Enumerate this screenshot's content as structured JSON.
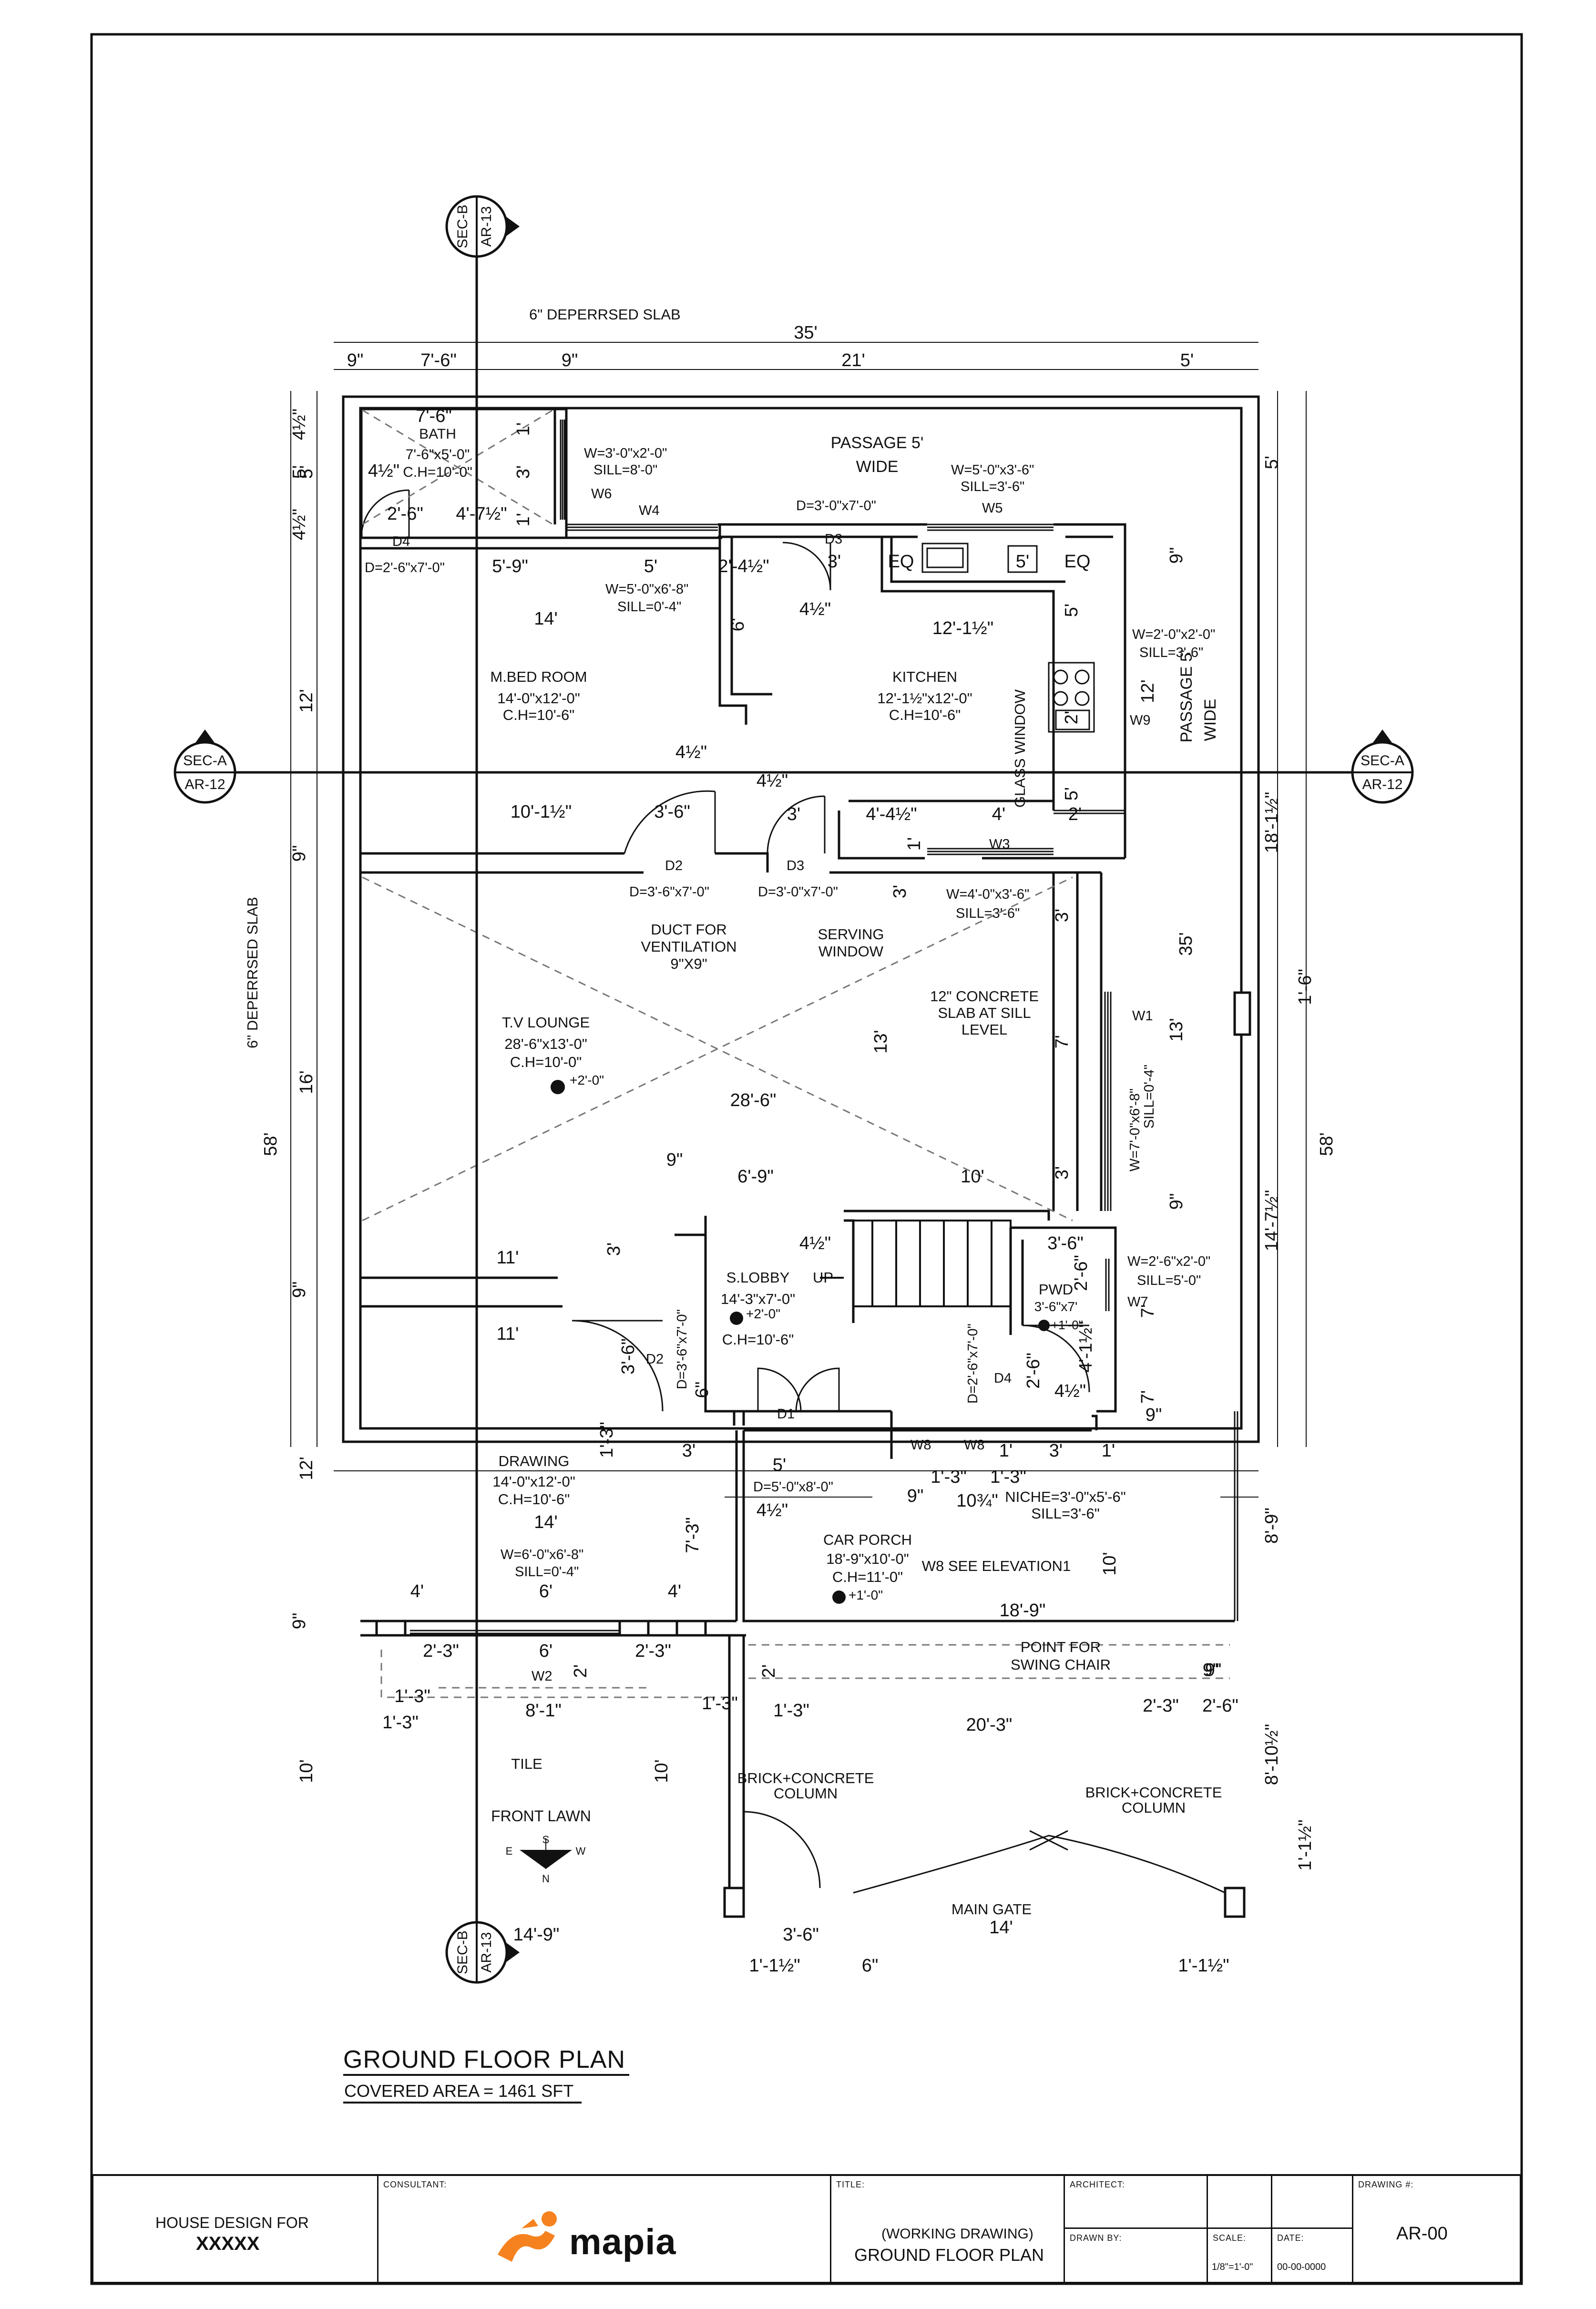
{
  "sheet": {
    "plan_title": "GROUND FLOOR PLAN",
    "covered_area": "COVERED AREA =  1461 SFT"
  },
  "section_markers": {
    "top_b": {
      "sec": "SEC-B",
      "ref": "AR-13"
    },
    "bottom_b": {
      "sec": "SEC-B",
      "ref": "AR-13"
    },
    "left_a": {
      "sec": "SEC-A",
      "ref": "AR-12"
    },
    "right_a": {
      "sec": "SEC-A",
      "ref": "AR-12"
    }
  },
  "rooms": {
    "bath": {
      "name": "BATH",
      "size": "7'-6\"x5'-0\"",
      "ch": "C.H=10'-0\""
    },
    "mbed": {
      "name": "M.BED ROOM",
      "size": "14'-0\"x12'-0\"",
      "ch": "C.H=10'-6\""
    },
    "kitchen": {
      "name": "KITCHEN",
      "size": "12'-1½\"x12'-0\"",
      "ch": "C.H=10'-6\""
    },
    "passage_top": {
      "name": "PASSAGE 5'",
      "sub": "WIDE"
    },
    "passage_side": {
      "name": "PASSAGE 5'",
      "sub": "WIDE"
    },
    "tv": {
      "name": "T.V LOUNGE",
      "size": "28'-6\"x13'-0\"",
      "ch": "C.H=10'-0\"",
      "lvl": "+2'-0\""
    },
    "slobby": {
      "name": "S.LOBBY",
      "size": "14'-3\"x7'-0\"",
      "lvl": "+2'-0\"",
      "ch": "C.H=10'-6\""
    },
    "pwd": {
      "name": "PWD",
      "size": "3'-6\"x7'",
      "lvl": "+1'-0\""
    },
    "drawing": {
      "name": "DRAWING",
      "size": "14'-0\"x12'-0\"",
      "ch": "C.H=10'-6\""
    },
    "porch": {
      "name": "CAR PORCH",
      "size": "18'-9\"x10'-0\"",
      "ch": "C.H=11'-0\"",
      "lvl": "+1'-0\""
    },
    "lawn": {
      "name": "FRONT LAWN"
    }
  },
  "notes": {
    "deprsd_top": "6\" DEPERRSED SLAB",
    "deprsd_left": "6\" DEPERRSED SLAB",
    "duct1": "DUCT FOR",
    "duct2": "VENTILATION",
    "duct3": "9\"X9\"",
    "serving1": "SERVING",
    "serving2": "WINDOW",
    "slab1": "12\" CONCRETE",
    "slab2": "SLAB AT SILL",
    "slab3": "LEVEL",
    "glass": "GLASS WINDOW",
    "up": "UP",
    "tile": "TILE",
    "swing1": "POINT FOR",
    "swing2": "SWING CHAIR",
    "col1a": "BRICK+CONCRETE",
    "col1b": "COLUMN",
    "col2a": "BRICK+CONCRETE",
    "col2b": "COLUMN",
    "gate": "MAIN GATE",
    "w8elev": "W8 SEE ELEVATION1",
    "niche1": "NICHE=3'-0\"x5'-6\"",
    "niche2": "SILL=3'-6\"",
    "eq1": "EQ",
    "eq2": "EQ",
    "compass_n": "N",
    "compass_s": "S",
    "compass_e": "E",
    "compass_w": "W"
  },
  "openings": {
    "w6spec1": "W=3'-0\"x2'-0\"",
    "w6spec2": "SILL=8'-0\"",
    "w6": "W6",
    "w4": "W4",
    "w5spec1": "W=5'-0\"x3'-6\"",
    "w5spec2": "SILL=3'-6\"",
    "w5": "W5",
    "d3top": "D=3'-0\"x7'-0\"",
    "d3": "D3",
    "d4": "D4",
    "d4spec": "D=2'-6\"x7'-0\"",
    "w4spec1": "W=5'-0\"x6'-8\"",
    "w4spec2": "SILL=0'-4\"",
    "w9spec1": "W=2'-0\"x2'-0\"",
    "w9spec2": "SILL=3'-6\"",
    "w9": "W9",
    "d2": "D2",
    "d2spec": "D=3'-6\"x7'-0\"",
    "d3b": "D3",
    "d3bspec": "D=3'-0\"x7'-0\"",
    "w3": "W3",
    "w3spec1": "W=4'-0\"x3'-6\"",
    "w3spec2": "SILL=3'-6\"",
    "w1": "W1",
    "w1spec1": "W=7'-0\"x6'-8\"",
    "w1spec2": "SILL=0'-4\"",
    "w7spec1": "W=2'-6\"x2'-0\"",
    "w7spec2": "SILL=5'-0\"",
    "w7": "W7",
    "d2b": "D2",
    "d2bspec": "D=3'-6\"x7'-0\"",
    "d4b": "D4",
    "d4bspec": "D=2'-6\"x7'-0\"",
    "d1": "D1",
    "d1spec": "D=5'-0\"x8'-0\"",
    "w8a": "W8",
    "w8b": "W8",
    "w2": "W2",
    "w2spec1": "W=6'-0\"x6'-8\"",
    "w2spec2": "SILL=0'-4\""
  },
  "dims": {
    "top_total": "35'",
    "top_a": "9\"",
    "top_b": "7'-6\"",
    "top_c": "9\"",
    "top_d": "21'",
    "top_e": "5'",
    "bath_w": "7'-6\"",
    "bath_h": "5'",
    "bath_3": "3'",
    "bath_1a": "1'",
    "bath_1b": "1'",
    "bath_2_6": "2'-6\"",
    "bath_4_7": "4'-7½\"",
    "bath_4h": "4½\"",
    "m_5_9": "5'-9\"",
    "m_5": "5'",
    "m_2_4": "2'-4½\"",
    "m_14": "14'",
    "m_6": "6'",
    "k_3": "3'",
    "k_4h": "4½\"",
    "k_12": "12'-1½\"",
    "k_5a": "5'",
    "k_5b": "5'",
    "k_2": "2'",
    "k_9": "9\"",
    "k_12v": "12'",
    "k_5c": "5'",
    "m_10": "10'-1½\"",
    "m_3_6": "3'-6\"",
    "d_4h1": "4½\"",
    "d_4h2": "4½\"",
    "d_3": "3'",
    "k_4_4": "4'-4½\"",
    "k_4": "4'",
    "k_2b": "2'",
    "w3_1": "1'",
    "w3_3": "3'",
    "tv_3a": "3'",
    "tv_13": "13'",
    "tv_28": "28'-6\"",
    "tv_7": "7'",
    "tv_3b": "3'",
    "tv_9": "9\"",
    "tv_6_9": "6'-9\"",
    "tv_10": "10'",
    "tv_11": "11'",
    "tv_3c": "3'",
    "st_4h": "4½\"",
    "st_3_6": "3'-6\"",
    "p_2_6": "2'-6\"",
    "p_7": "7'",
    "p_2_6b": "2'-6\"",
    "p_4_1": "4'-1½\"",
    "p_4h": "4½\"",
    "dr_11": "11'",
    "dr_3_6": "3'-6\"",
    "dr_6": "6\"",
    "dr_1_3": "1'-3\"",
    "dr_3": "3'",
    "dr_5": "5'",
    "dr_14": "14'",
    "dr_7_3": "7'-3\"",
    "dr_4a": "4'",
    "dr_6b": "6'",
    "dr_4b": "4'",
    "n_9": "9\"",
    "n_1_3": "1'-3\"",
    "n_10": "10¾\"",
    "n_1_3b": "1'-3\"",
    "n_1": "1'",
    "n_3": "3'",
    "n_1b": "1'",
    "p_4h2": "4½\"",
    "p_10": "10'",
    "p_18": "18'-9\"",
    "lw_2_3": "2'-3\"",
    "lw_6": "6'",
    "lw_2_3b": "2'-3\"",
    "lw_2": "2'",
    "lw_1_3": "1'-3\"",
    "lw_1_3b": "1'-3\"",
    "lw_8": "8'-1\"",
    "lw_1_3c": "1'-3\"",
    "lw_1_3d": "1'-3\"",
    "lw_2b": "2'",
    "lw_10": "10'",
    "lw_10b": "10'",
    "p_20": "20'-3\"",
    "p_2_3": "2'-3\"",
    "p_2_6c": "2'-6\"",
    "p_9": "9\"",
    "bot_14": "14'-9\"",
    "bot_3_6": "3'-6\"",
    "bot_14b": "14'",
    "bot_1_1a": "1'-1½\"",
    "bot_6": "6\"",
    "bot_1_1b": "1'-1½\"",
    "l_4h1": "4½\"",
    "l_5": "5'",
    "l_4h2": "4½\"",
    "l_12": "12'",
    "l_9a": "9\"",
    "l_16": "16'",
    "l_58": "58'",
    "l_9b": "9\"",
    "l_12b": "12'",
    "l_9c": "9\"",
    "l_10": "10'",
    "r_5": "5'",
    "r_18": "18'-1½\"",
    "r_35": "35'",
    "r_1_6": "1'-6\"",
    "r_13": "13'",
    "r_58": "58'",
    "r_14": "14'-7½\"",
    "r_9": "9\"",
    "r_7": "7'",
    "r_9b": "9\"",
    "r_8_9": "8'-9\"",
    "r_8_10": "8'-10½\"",
    "r_1_1": "1'-1½\"",
    "r_9c": "9\""
  },
  "titleblock": {
    "house_for": "HOUSE DESIGN FOR",
    "client": "XXXXX",
    "consultant_lbl": "CONSULTANT:",
    "brand": "mapia",
    "title_lbl": "TITLE:",
    "title_sub": "(WORKING DRAWING)",
    "title_main": "GROUND FLOOR PLAN",
    "architect_lbl": "ARCHITECT:",
    "drawn_lbl": "DRAWN BY:",
    "scale_lbl": "SCALE:",
    "scale_val": "1/8\"=1'-0\"",
    "date_lbl": "DATE:",
    "date_val": "00-00-0000",
    "drawing_lbl": "DRAWING #:",
    "drawing_val": "AR-00"
  },
  "colors": {
    "ink": "#111111",
    "brand_orange": "#F5821F",
    "grey": "#888888"
  }
}
